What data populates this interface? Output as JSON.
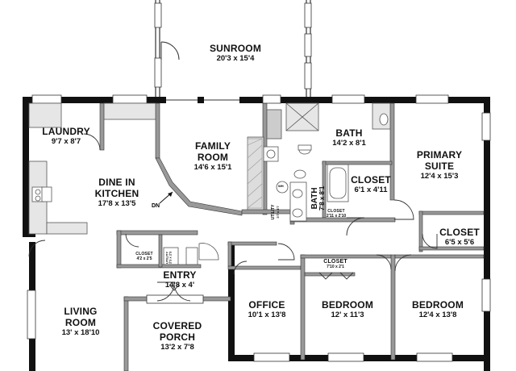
{
  "rooms": {
    "sunroom": {
      "name": "SUNROOM",
      "dims": "20'3 x 15'4"
    },
    "laundry": {
      "name": "LAUNDRY",
      "dims": "9'7 x 8'7"
    },
    "family_room": {
      "name": "FAMILY ROOM",
      "line1": "FAMILY",
      "line2": "ROOM",
      "dims": "14'6 x 15'1"
    },
    "bath_main": {
      "name": "BATH",
      "dims": "14'2 x 8'1"
    },
    "primary_suite": {
      "name": "PRIMARY SUITE",
      "line1": "PRIMARY",
      "line2": "SUITE",
      "dims": "12'4 x 15'3"
    },
    "dine_in_kitchen": {
      "name": "DINE IN KITCHEN",
      "line1": "DINE IN",
      "line2": "KITCHEN",
      "dims": "17'8 x 13'5"
    },
    "closet_large": {
      "name": "CLOSET",
      "dims": "6'1 x 4'11"
    },
    "bath_small": {
      "name": "BATH",
      "dims": "7'8 x 8'1"
    },
    "closet_right": {
      "name": "CLOSET",
      "dims": "6'5 x 5'6"
    },
    "utility": {
      "name": "UTILITY",
      "dims": "3'7 x 4'7"
    },
    "closet_tiny_right": {
      "name": "CLOSET",
      "dims": "2'11 x 2'10"
    },
    "closet_entry": {
      "name": "CLOSET",
      "dims": "4'2 x 2'5"
    },
    "closet_utility2": {
      "name": "UTILITY",
      "dims": "2'3 x 2'3"
    },
    "closet_bedroom": {
      "name": "CLOSET",
      "dims": "7'10 x 2'1"
    },
    "entry": {
      "name": "ENTRY",
      "dims": "14'8 x 4'"
    },
    "living_room": {
      "name": "LIVING ROOM",
      "line1": "LIVING",
      "line2": "ROOM",
      "dims": "13' x 18'10"
    },
    "covered_porch": {
      "name": "COVERED PORCH",
      "line1": "COVERED",
      "line2": "PORCH",
      "dims": "13'2 x 7'8"
    },
    "office": {
      "name": "OFFICE",
      "dims": "10'1 x 13'8"
    },
    "bedroom_mid": {
      "name": "BEDROOM",
      "dims": "12' x 11'3"
    },
    "bedroom_right": {
      "name": "BEDROOM",
      "dims": "12'4 x 13'8"
    }
  },
  "annotations": {
    "down": "DN",
    "wh": "WH"
  }
}
